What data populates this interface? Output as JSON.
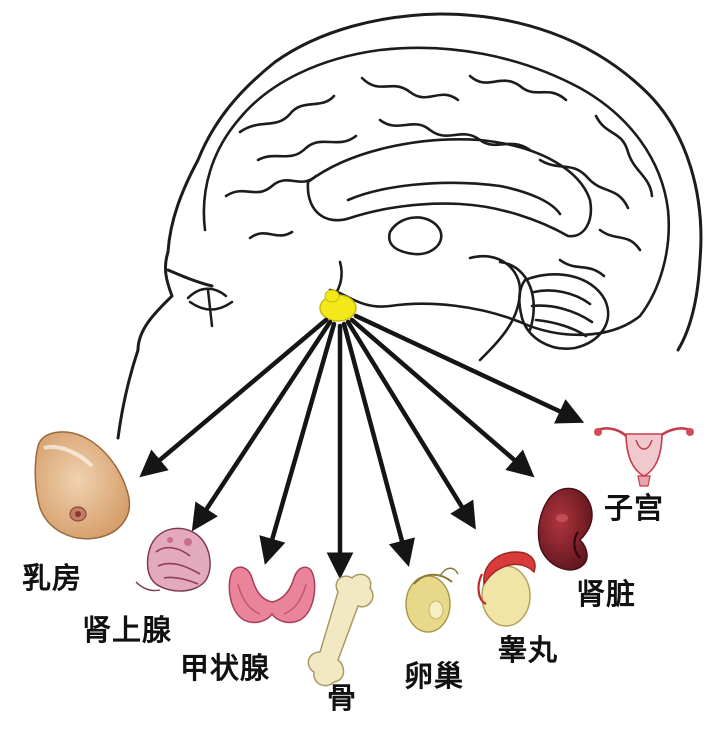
{
  "diagram": {
    "center": "pituitary-gland",
    "colors": {
      "outline": "#1c1c1c",
      "arrow": "#151515",
      "pituitary": "#f3e81a",
      "skin": "#d9a774",
      "pink": "#d26a86",
      "red": "#c23c45",
      "dark_red": "#6e1a22",
      "bone": "#f2e9c4",
      "yellow_organ": "#e8d98a"
    },
    "targets": [
      {
        "id": "breast",
        "label": "乳房"
      },
      {
        "id": "adrenal",
        "label": "肾上腺"
      },
      {
        "id": "thyroid",
        "label": "甲状腺"
      },
      {
        "id": "bone",
        "label": "骨"
      },
      {
        "id": "ovary",
        "label": "卵巢"
      },
      {
        "id": "testis",
        "label": "睾丸"
      },
      {
        "id": "kidney",
        "label": "肾脏"
      },
      {
        "id": "uterus",
        "label": "子宫"
      }
    ]
  }
}
